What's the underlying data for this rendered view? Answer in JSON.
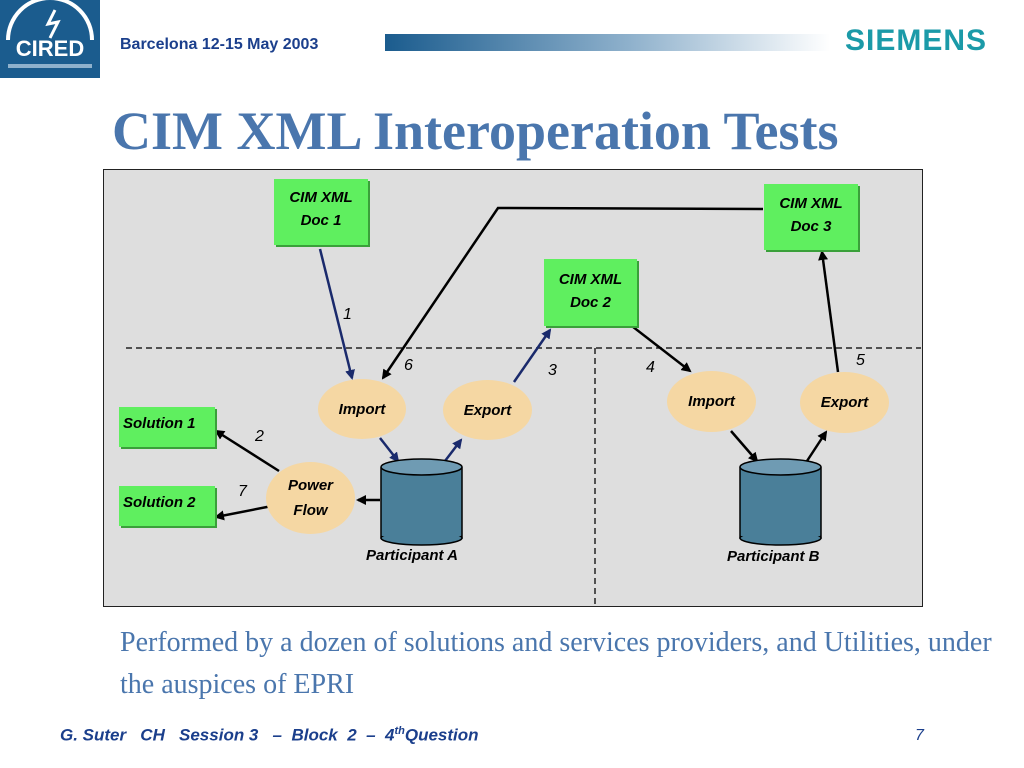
{
  "header": {
    "logo_text": "CIRED",
    "event": "Barcelona  12-15 May 2003",
    "brand": "SIEMENS"
  },
  "title": "CIM XML Interoperation Tests",
  "diagram": {
    "docs": [
      {
        "line1": "CIM XML",
        "line2": "Doc 1"
      },
      {
        "line1": "CIM XML",
        "line2": "Doc 2"
      },
      {
        "line1": "CIM XML",
        "line2": "Doc 3"
      }
    ],
    "solutions": [
      "Solution 1",
      "Solution 2"
    ],
    "nodes": {
      "import_a": "Import",
      "export_a": "Export",
      "power_flow_1": "Power",
      "power_flow_2": "Flow",
      "import_b": "Import",
      "export_b": "Export"
    },
    "participants": [
      "Participant A",
      "Participant B"
    ],
    "steps": [
      "1",
      "2",
      "3",
      "4",
      "5",
      "6",
      "7"
    ],
    "colors": {
      "doc_fill": "#5fef5f",
      "oval_fill": "#f5d7a3",
      "db_fill": "#4a7f99",
      "panel": "#dedede"
    }
  },
  "note": "Performed by a dozen of solutions and services providers, and Utilities, under the auspices of EPRI",
  "footer": {
    "text_before": "G. Suter   CH   Session 3   –  Block  2  –  4",
    "superscript": "th",
    "text_after": "Question",
    "page": "7"
  }
}
